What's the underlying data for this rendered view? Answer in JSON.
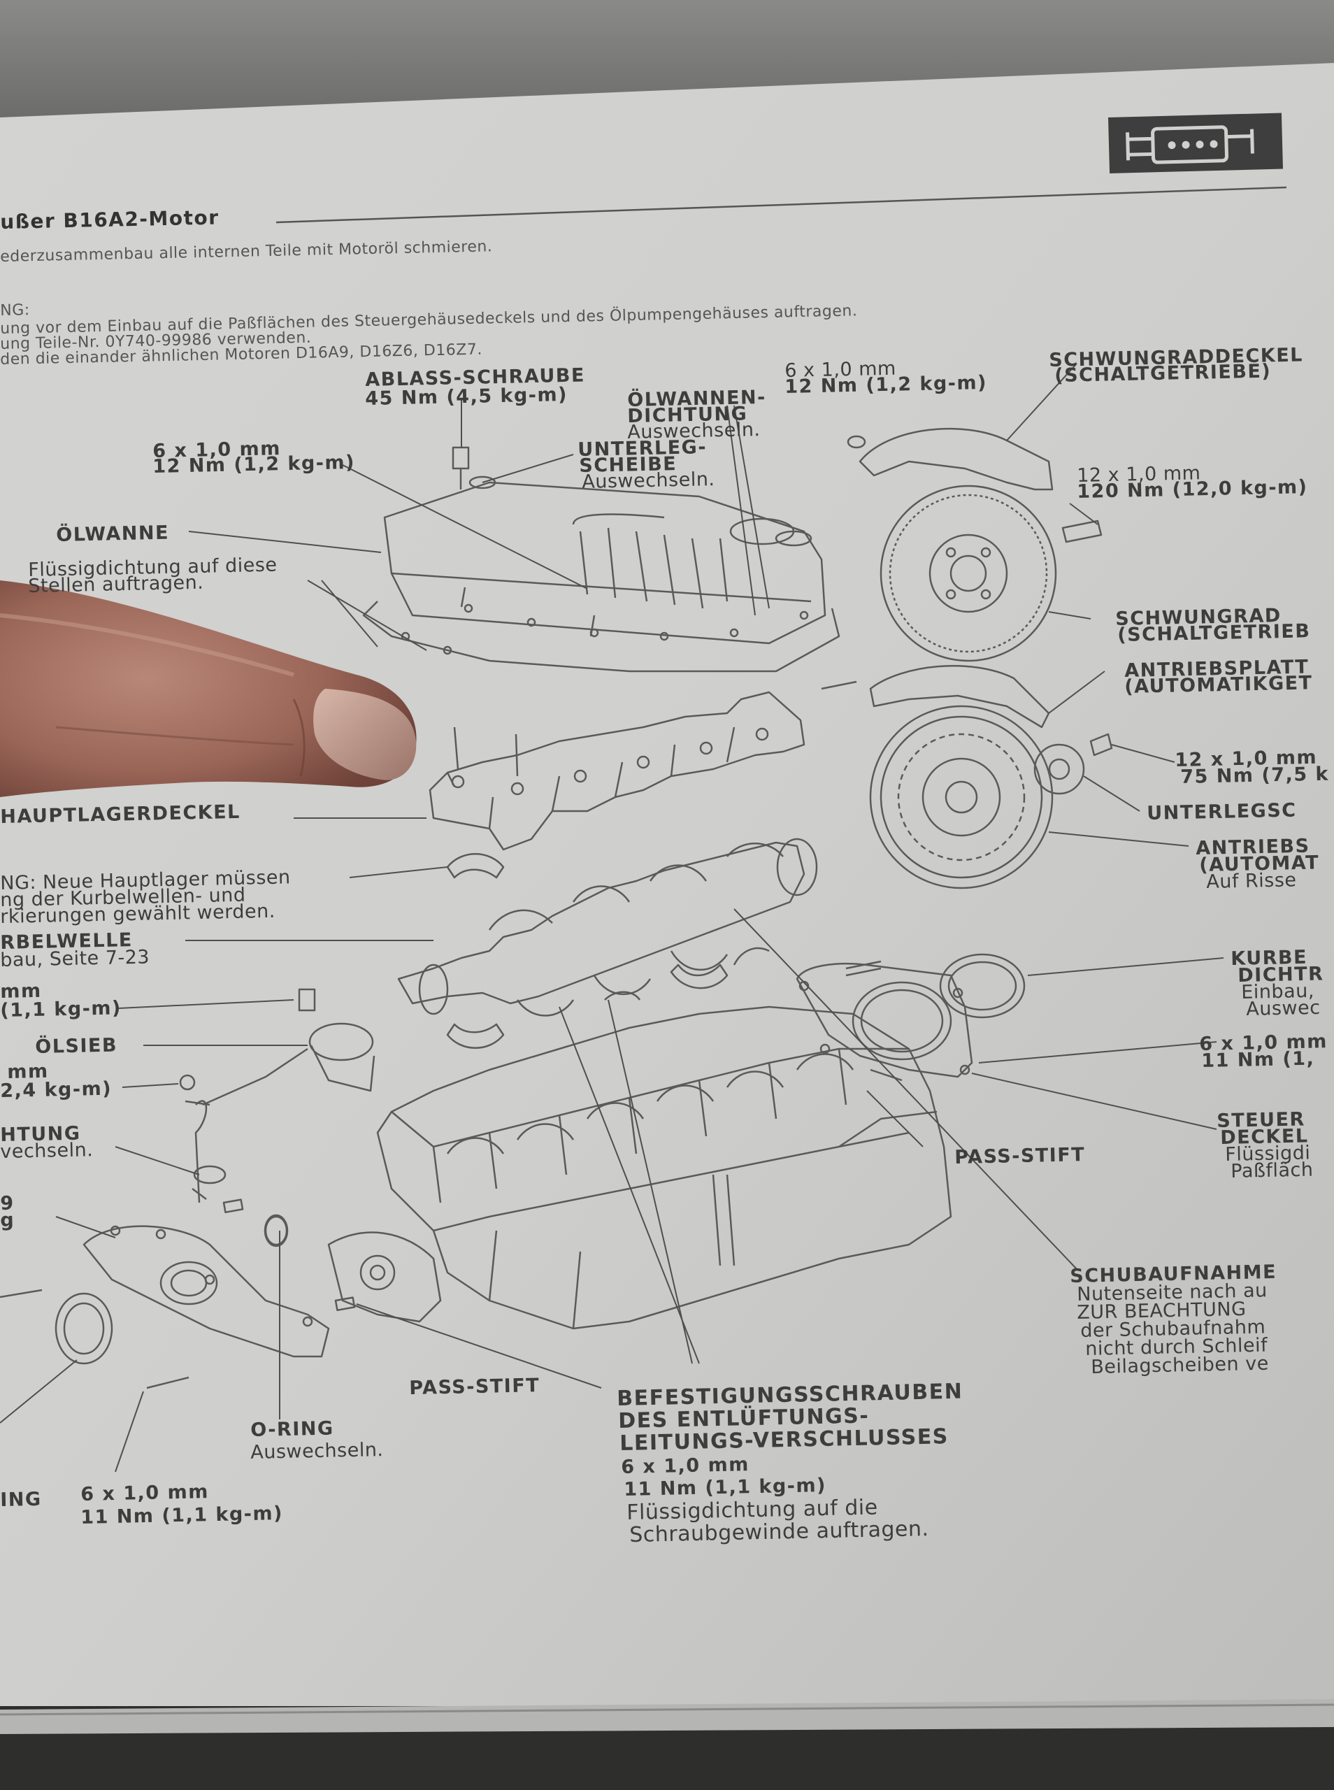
{
  "header": {
    "section_title": "ußer B16A2-Motor",
    "intro_line": "ederzusammenbau alle internen Teile mit Motoröl schmieren.",
    "note_label": "NG:",
    "note_line1": "ung vor dem Einbau auf die Paßflächen des Steuergehäusedeckels und des Ölpumpengehäuses auftragen.",
    "note_line2": "ung Teile-Nr. 0Y740-99986 verwenden.",
    "note_line3": "den die einander ähnlichen Motoren D16A9, D16Z6, D16Z7."
  },
  "labels": {
    "ablass_title": "ABLASS-SCHRAUBE",
    "ablass_torque": "45 Nm (4,5 kg-m)",
    "olwannen_1": "ÖLWANNEN-",
    "olwannen_2": "DICHTUNG",
    "olwannen_3": "Auswechseln.",
    "bolt_top_size": "6 x 1,0 mm",
    "bolt_top_torque": "12 Nm (1,2 kg-m)",
    "flywheel_cover_1": "SCHWUNGRADDECKEL",
    "flywheel_cover_2": "(SCHALTGETRIEBE)",
    "bolt_left_size": "6 x 1,0 mm",
    "bolt_left_torque": "12 Nm (1,2 kg-m)",
    "washer_1": "UNTERLEG-",
    "washer_2": "SCHEIBE",
    "washer_3": "Auswechseln.",
    "flywheel_bolt_size": "12 x 1,0 mm",
    "flywheel_bolt_torque": "120 Nm (12,0 kg-m)",
    "oil_pan": "ÖLWANNE",
    "sealant_1": "Flüssigdichtung auf diese",
    "sealant_2": "Stellen auftragen.",
    "flywheel_1": "SCHWUNGRAD",
    "flywheel_2": "(SCHALTGETRIEB",
    "drive_plate_1": "ANTRIEBSPLATT",
    "drive_plate_2": "(AUTOMATIKGET",
    "dp_bolt_size": "12 x 1,0 mm",
    "dp_bolt_torque": "75 Nm (7,5 k",
    "main_bearing_cap": "HAUPTLAGERDECKEL",
    "washer_r": "UNTERLEGSC",
    "drive_r_1": "ANTRIEBS",
    "drive_r_2": "(AUTOMAT",
    "drive_r_3": "Auf Risse",
    "bearing_note_1": "NG: Neue Hauptlager müssen",
    "bearing_note_2": "ng der Kurbelwellen- und",
    "bearing_note_3": "rkierungen gewählt werden.",
    "crank_1": "RBELWELLE",
    "crank_2": "bau, Seite 7-23",
    "crank_seal_1": "KURBE",
    "crank_seal_2": "DICHTR",
    "crank_seal_3": "Einbau,",
    "crank_seal_4": "Auswec",
    "mm_1": "mm",
    "torque_11": "(1,1 kg-m)",
    "oil_screen": "ÖLSIEB",
    "mm_2": "mm",
    "torque_24": "2,4 kg-m)",
    "r_bolt_size": "6 x 1,0 mm",
    "r_bolt_torque": "11 Nm (1,",
    "gasket_1": "HTUNG",
    "gasket_2": "vechseln.",
    "steuer_1": "STEUER",
    "steuer_2": "DECKEL",
    "steuer_3": "Flüssigdi",
    "steuer_4": "Paßfläch",
    "pass_stift_r": "PASS-STIFT",
    "left_9": "9",
    "left_g": "g",
    "thrust_1": "SCHUBAUFNAHME",
    "thrust_2": "Nutenseite nach au",
    "thrust_3": "ZUR BEACHTUNG",
    "thrust_4": "der Schubaufnahm",
    "thrust_5": "nicht durch Schleif",
    "thrust_6": "Beilagscheiben ve",
    "pass_stift_b": "PASS-STIFT",
    "befest_1": "BEFESTIGUNGSSCHRAUBEN",
    "befest_2": "DES ENTLÜFTUNGS-",
    "befest_3": "LEITUNGS-VERSCHLUSSES",
    "befest_4": "6 x 1,0 mm",
    "befest_5": "11 Nm (1,1 kg-m)",
    "befest_6": "Flüssigdichtung auf die",
    "befest_7": "Schraubgewinde auftragen.",
    "oring_1": "O-RING",
    "oring_2": "Auswechseln.",
    "ing": "ING",
    "b_bolt_size": "6 x 1,0 mm",
    "b_bolt_torque": "11 Nm (1,1 kg-m)"
  },
  "icons": {
    "engine_icon": "engine-icon"
  }
}
